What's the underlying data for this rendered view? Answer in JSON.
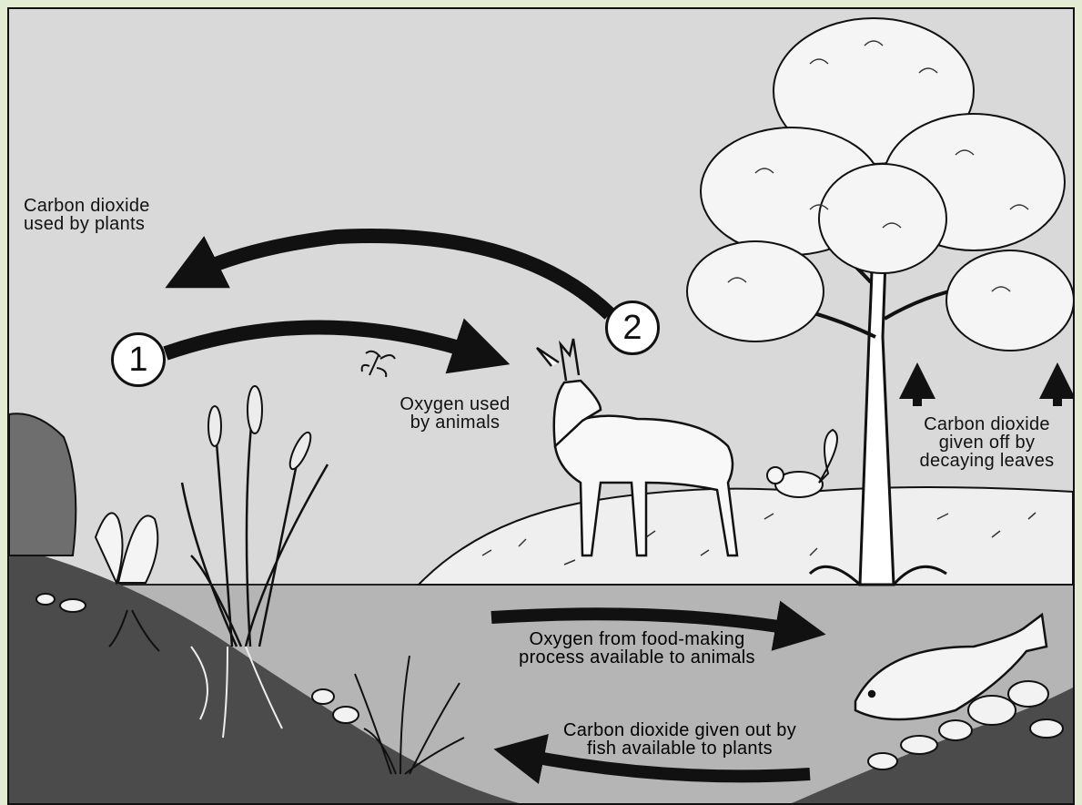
{
  "labels": {
    "co2_used_by_plants": [
      "Carbon dioxide",
      "used by plants"
    ],
    "oxygen_used_by_animals": [
      "Oxygen used",
      "by animals"
    ],
    "co2_decaying_leaves": [
      "Carbon dioxide",
      "given off by",
      "decaying leaves"
    ],
    "oxygen_food_making": [
      "Oxygen from food-making",
      "process available to animals"
    ],
    "co2_from_fish": [
      "Carbon dioxide given out by",
      "fish available to plants"
    ]
  },
  "markers": {
    "one": "1",
    "two": "2"
  },
  "colors": {
    "frame": "#e3ebd3",
    "sky": "#d9d9d9",
    "water": "#b3b3b3",
    "ground": "#4a4a4a",
    "ink": "#111111"
  },
  "icons": [
    "deer",
    "tree",
    "squirrel",
    "fish",
    "dragonfly",
    "cattail-plant",
    "water-weed",
    "shrub"
  ]
}
